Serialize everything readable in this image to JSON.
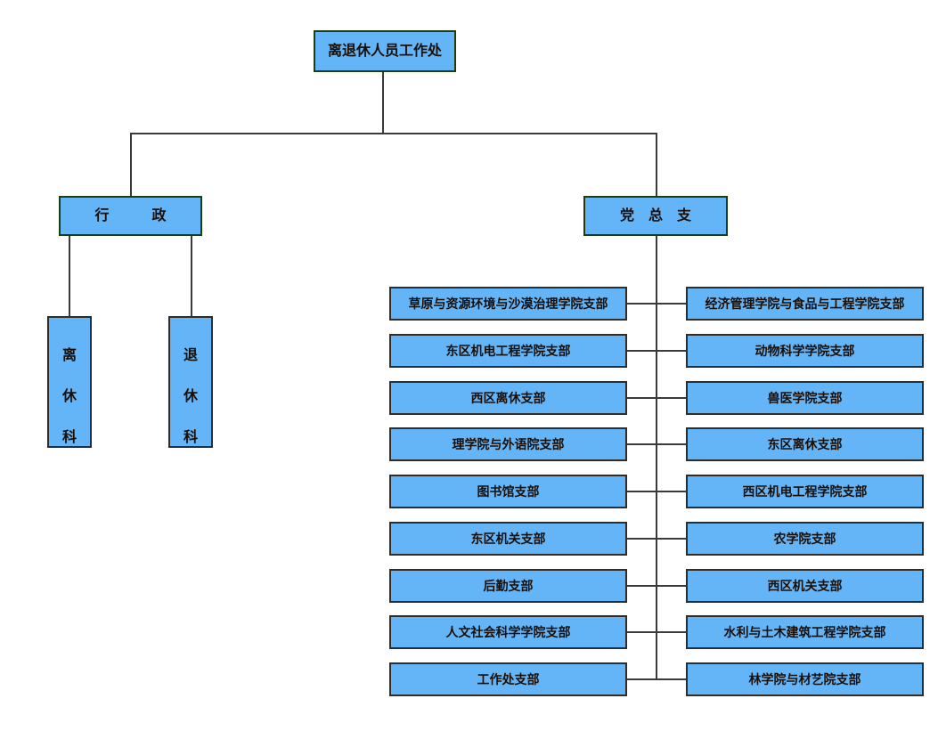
{
  "chart": {
    "root": {
      "label": "离退休人员工作处"
    },
    "admin": {
      "label": "行　　　政",
      "departments": [
        {
          "label": "离休科"
        },
        {
          "label": "退休科"
        }
      ]
    },
    "party": {
      "label": "党　总　支",
      "left_branches": [
        "草原与资源环境与沙漠治理学院支部",
        "东区机电工程学院支部",
        "西区离休支部",
        "理学院与外语院支部",
        "图书馆支部",
        "东区机关支部",
        "后勤支部",
        "人文社会科学学院支部",
        "工作处支部"
      ],
      "right_branches": [
        "经济管理学院与食品与工程学院支部",
        "动物科学学院支部",
        "兽医学院支部",
        "东区离休支部",
        "西区机电工程学院支部",
        "农学院支部",
        "西区机关支部",
        "水利与土木建筑工程学院支部",
        "林学院与材艺院支部"
      ]
    },
    "colors": {
      "box_fill": "#64b5f8",
      "header_border": "#1f3d05",
      "branch_border": "#2d2d2d",
      "line": "#3a3a3a",
      "text": "#1a0f08"
    }
  }
}
